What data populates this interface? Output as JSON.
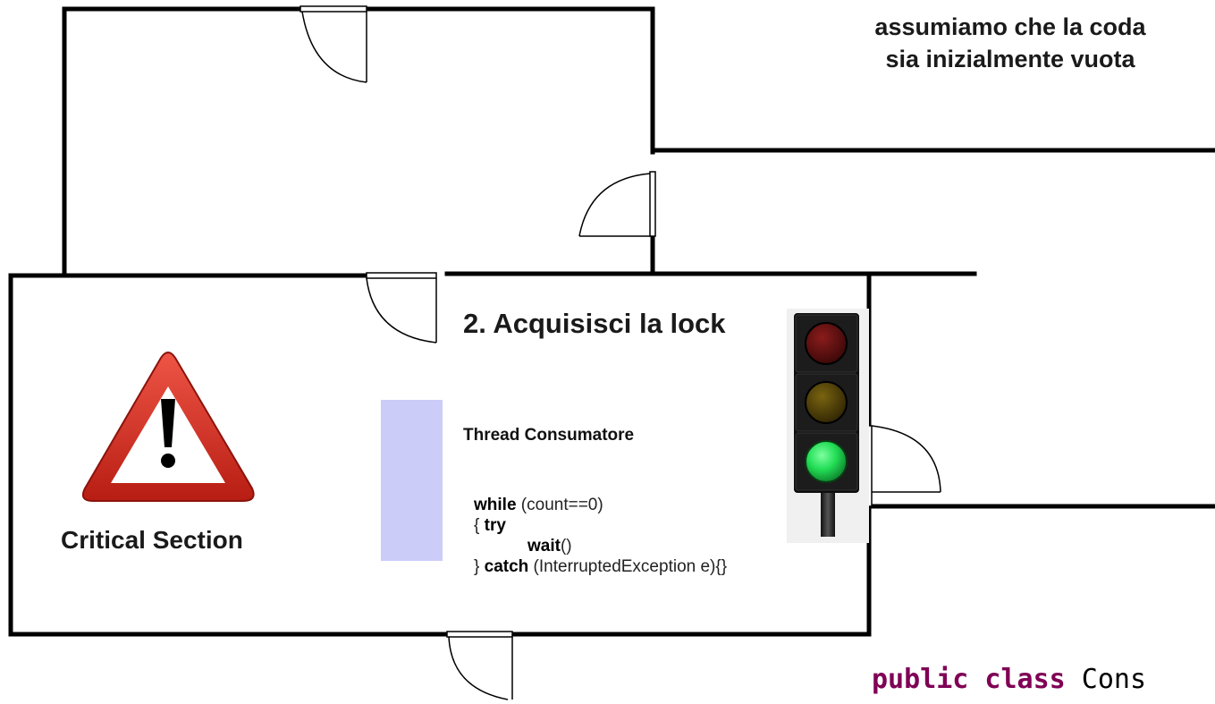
{
  "note": {
    "line1": "assumiamo che la coda",
    "line2": "sia inizialmente vuota"
  },
  "step": "2. Acquisisci la lock",
  "critical_section": "Critical Section",
  "thread": {
    "title": "Thread Consumatore",
    "code": {
      "l1_kw": "while",
      "l1_rest": " (count==0)",
      "l2_pre": "{ ",
      "l2_kw": "try",
      "l3_kw": "wait",
      "l3_rest": "()",
      "l4_pre": "} ",
      "l4_kw": "catch",
      "l4_rest": " (InterruptedException e){}"
    }
  },
  "bottom_code": {
    "kw": "public class",
    "rest": " Cons"
  },
  "colors": {
    "wall": "#000000",
    "thread_box": "#ccccf9",
    "warning_red": "#d42a1e",
    "light_green": "#22dd55",
    "keyword": "#7f0055"
  },
  "icons": [
    "warning-triangle-icon",
    "traffic-light-icon",
    "thread-wave-icon",
    "door-icon"
  ],
  "traffic_light_state": "green"
}
